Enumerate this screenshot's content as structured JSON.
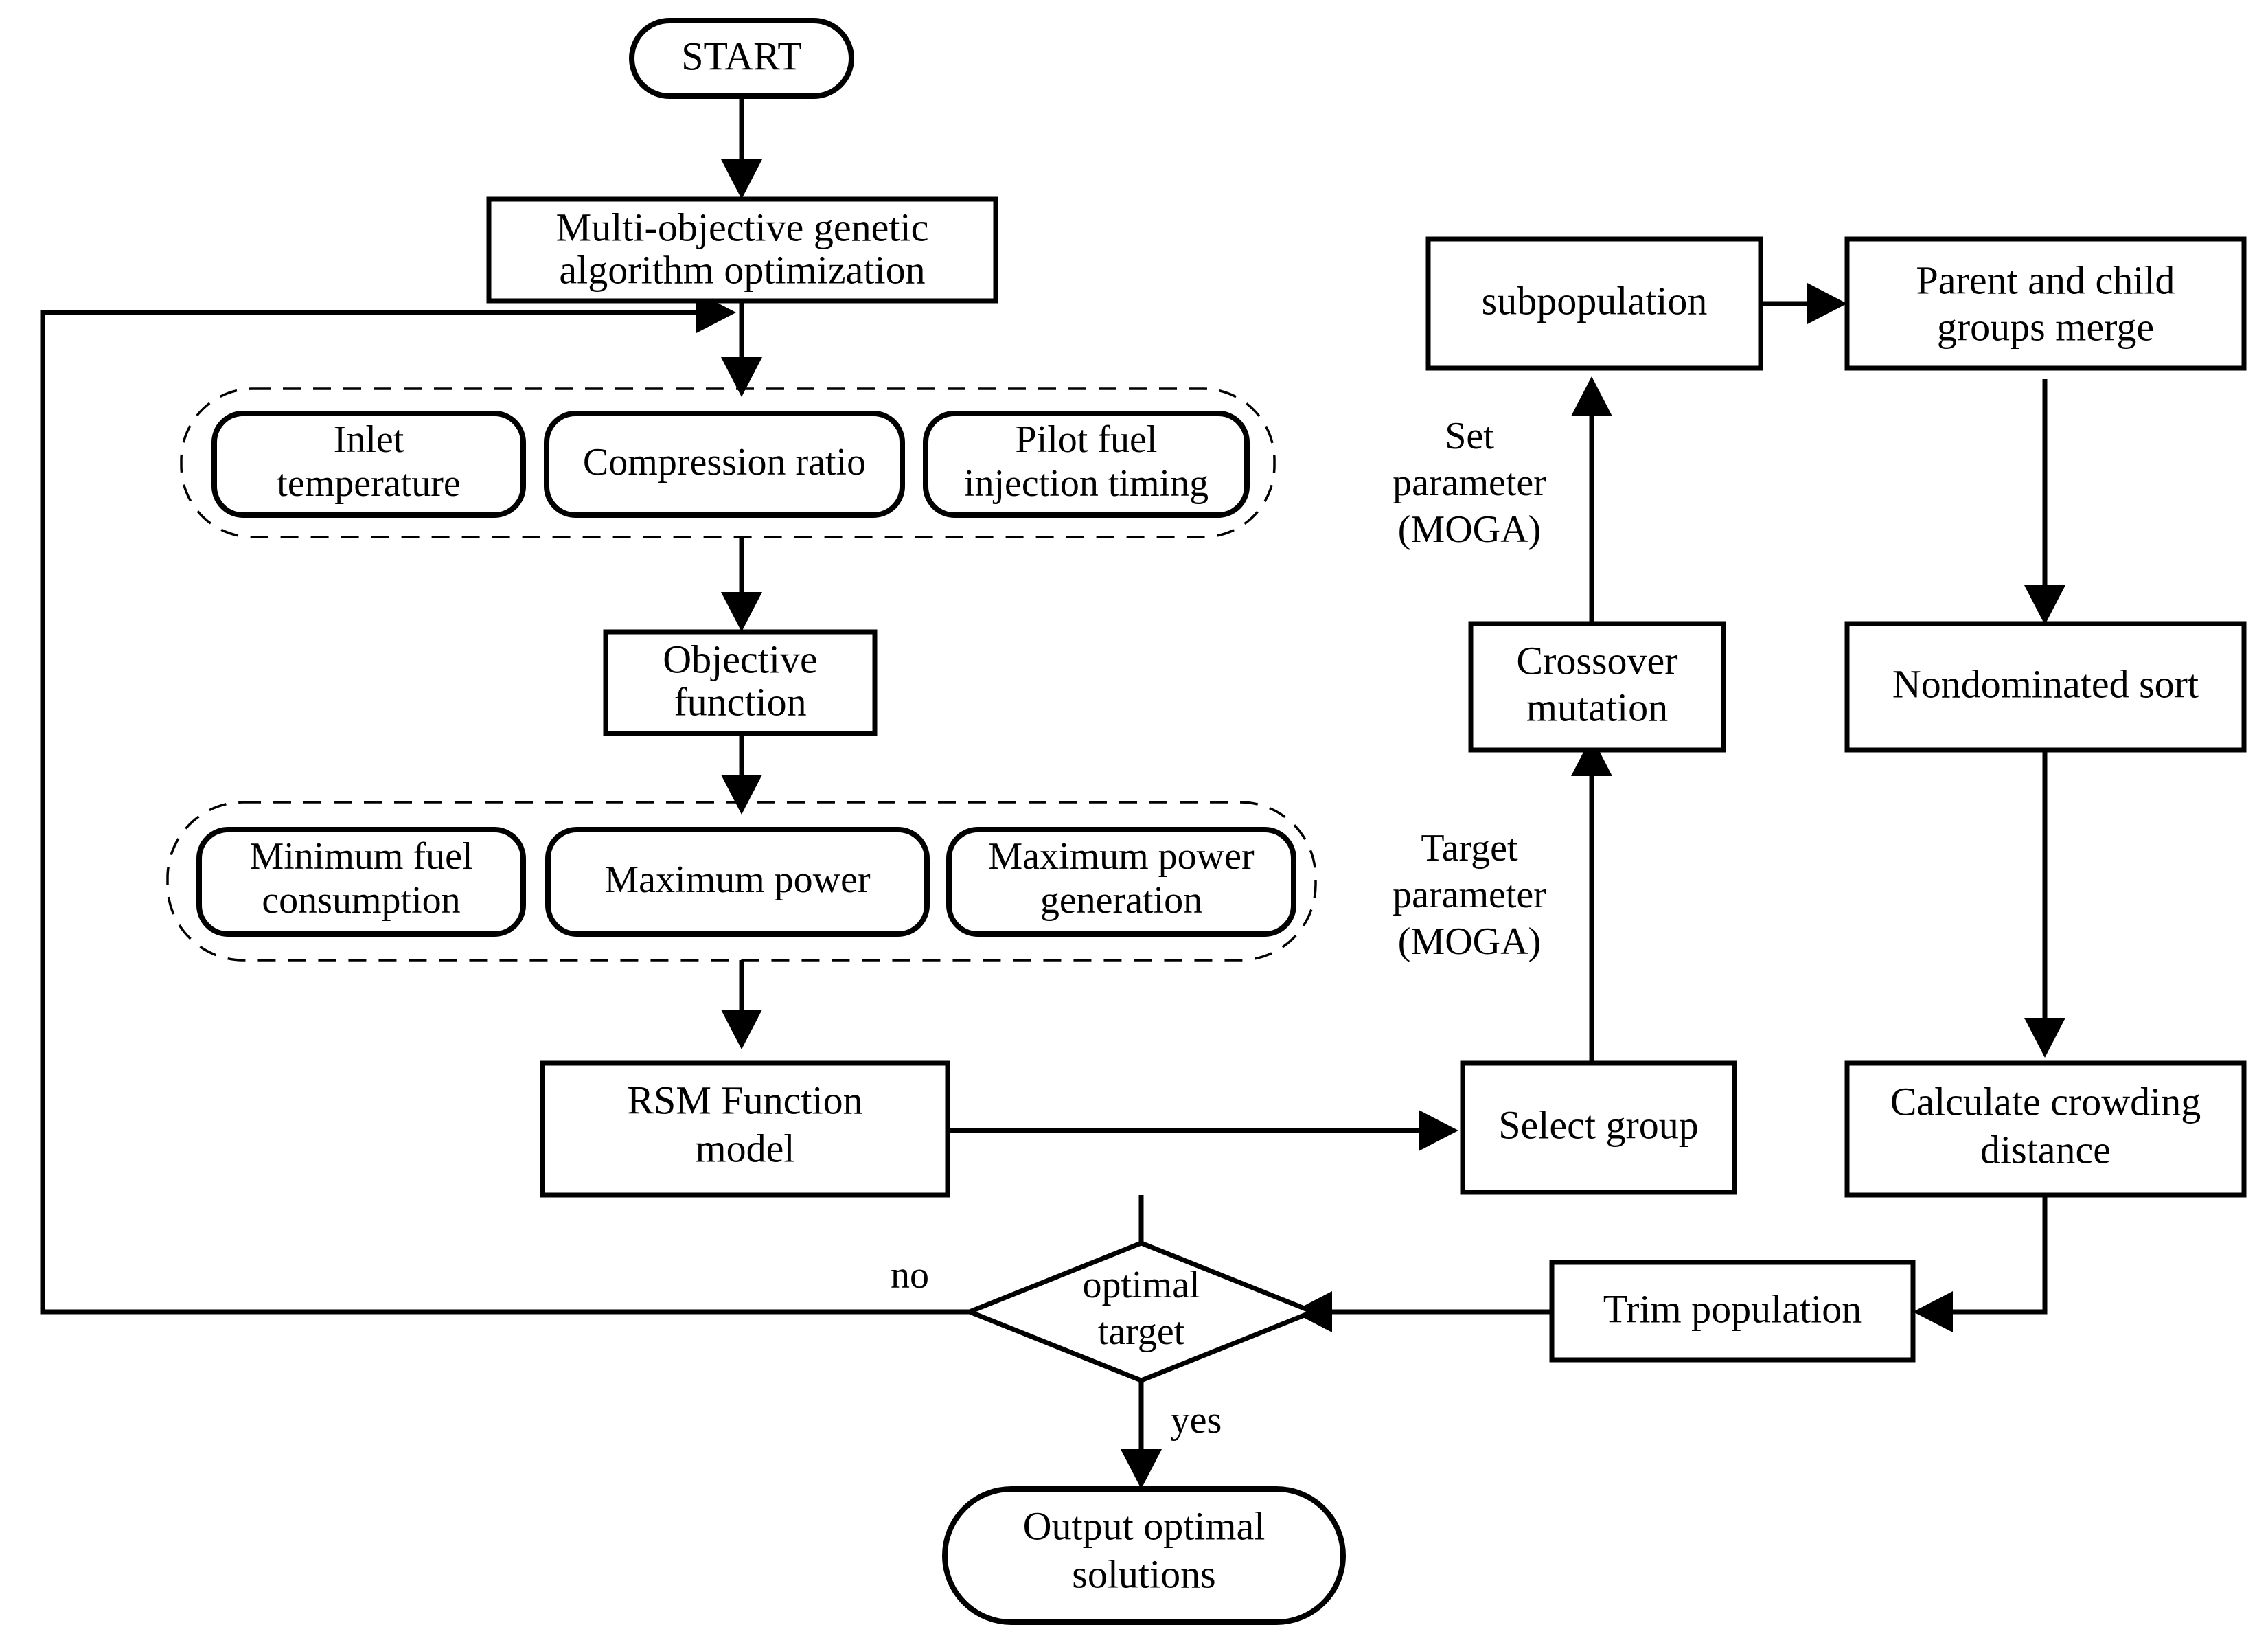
{
  "diagram": {
    "title": "Multi-objective genetic algorithm optimization flowchart",
    "colors": {
      "stroke": "#000000",
      "fill": "#ffffff",
      "background": "#ffffff"
    }
  },
  "nodes": {
    "start": {
      "label": "START",
      "shape": "stadium"
    },
    "moga": {
      "label_line1": "Multi-objective genetic",
      "label_line2": "algorithm optimization",
      "shape": "rect"
    },
    "inlet_temperature": {
      "label_line1": "Inlet",
      "label_line2": "temperature",
      "shape": "rounded"
    },
    "compression_ratio": {
      "label_line1": "Compression ratio",
      "label_line2": "",
      "shape": "rounded"
    },
    "pilot_fuel_injection_timing": {
      "label_line1": "Pilot  fuel",
      "label_line2": "injection timing",
      "shape": "rounded"
    },
    "objective_function": {
      "label_line1": "Objective",
      "label_line2": "function",
      "shape": "rect"
    },
    "minimum_fuel_consumption": {
      "label_line1": "Minimum fuel",
      "label_line2": "consumption",
      "shape": "rounded"
    },
    "maximum_power": {
      "label_line1": "Maximum power",
      "label_line2": "",
      "shape": "rounded"
    },
    "maximum_power_generation": {
      "label_line1": "Maximum power",
      "label_line2": "generation",
      "shape": "rounded"
    },
    "rsm_function_model": {
      "label_line1": "RSM Function",
      "label_line2": "model",
      "shape": "rect"
    },
    "optimal_target": {
      "label_line1": "optimal",
      "label_line2": "target",
      "shape": "diamond"
    },
    "output_optimal_solutions": {
      "label_line1": "Output optimal",
      "label_line2": "solutions",
      "shape": "stadium"
    },
    "subpopulation": {
      "label_line1": "subpopulation",
      "label_line2": "",
      "shape": "rect"
    },
    "parent_child_merge": {
      "label_line1": "Parent and child",
      "label_line2": "groups merge",
      "shape": "rect"
    },
    "crossover_mutation": {
      "label_line1": "Crossover",
      "label_line2": "mutation",
      "shape": "rect"
    },
    "nondominated_sort": {
      "label_line1": "Nondominated sort",
      "label_line2": "",
      "shape": "rect"
    },
    "select_group": {
      "label_line1": "Select group",
      "label_line2": "",
      "shape": "rect"
    },
    "calculate_crowding_distance": {
      "label_line1": "Calculate crowding",
      "label_line2": "distance",
      "shape": "rect"
    },
    "trim_population": {
      "label_line1": "Trim  population",
      "label_line2": "",
      "shape": "rect"
    }
  },
  "edge_labels": {
    "no": "no",
    "yes": "yes",
    "set_parameter_line1": "Set",
    "set_parameter_line2": "parameter",
    "set_parameter_line3": "(MOGA)",
    "target_parameter_line1": "Target",
    "target_parameter_line2": "parameter",
    "target_parameter_line3": "(MOGA)"
  },
  "groups": {
    "design_variables": {
      "name": "design-variable-group"
    },
    "objectives": {
      "name": "objective-group"
    }
  }
}
